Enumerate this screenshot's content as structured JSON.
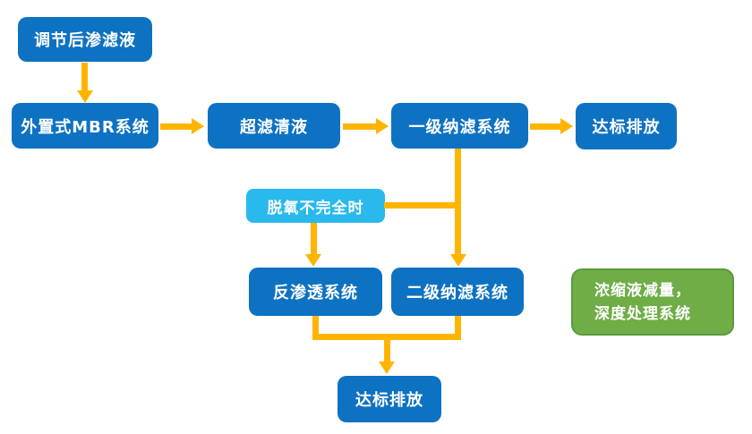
{
  "palette": {
    "box_blue": "#0E72C2",
    "box_light_blue": "#29B9EC",
    "box_green": "#6FAD47",
    "box_green_border": "#5B9A3C",
    "arrow": "#FFB400",
    "text": "#FFFFFF"
  },
  "nodes": {
    "adjusted_leachate": {
      "label": "调节后渗滤液"
    },
    "mbr_system": {
      "label": "外置式MBR系统"
    },
    "uf_clear_liquid": {
      "label": "超滤清液"
    },
    "nf1_system": {
      "label": "一级纳滤系统"
    },
    "discharge_top": {
      "label": "达标排放"
    },
    "deoxygen_incomplete": {
      "label": "脱氧不完全时"
    },
    "ro_system": {
      "label": "反渗透系统"
    },
    "nf2_system": {
      "label": "二级纳滤系统"
    },
    "concentrate_reduction": {
      "label_line1": "浓缩液减量，",
      "label_line2": "深度处理系统"
    },
    "discharge_bottom": {
      "label": "达标排放"
    }
  },
  "edges": [
    {
      "from": "调节后渗滤液",
      "to": "外置式MBR系统"
    },
    {
      "from": "外置式MBR系统",
      "to": "超滤清液"
    },
    {
      "from": "超滤清液",
      "to": "一级纳滤系统"
    },
    {
      "from": "一级纳滤系统",
      "to": "达标排放"
    },
    {
      "from": "一级纳滤系统",
      "to": "二级纳滤系统"
    },
    {
      "from": "脱氧不完全时",
      "to": "反渗透系统"
    },
    {
      "from": "脱氧不完全时",
      "to": "二级纳滤系统"
    },
    {
      "from": "反渗透系统",
      "to": "达标排放"
    },
    {
      "from": "二级纳滤系统",
      "to": "达标排放"
    }
  ]
}
